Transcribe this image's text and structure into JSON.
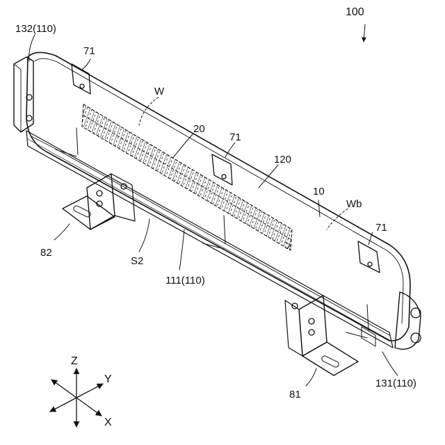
{
  "figure": {
    "ref_main": "100",
    "labels": {
      "end_cap_left": "132(110)",
      "bracket_top_left": "71",
      "workpiece": "W",
      "element_20": "20",
      "bracket_top_mid": "71",
      "cover_120": "120",
      "body_10": "10",
      "surface_wb": "Wb",
      "bracket_right": "71",
      "mount_82": "82",
      "space_s2": "S2",
      "frame_111": "111(110)",
      "mount_81": "81",
      "end_cap_right": "131(110)"
    },
    "axes": {
      "z": "Z",
      "y": "Y",
      "x": "X"
    }
  },
  "colors": {
    "line": "#111111",
    "background": "#ffffff"
  }
}
